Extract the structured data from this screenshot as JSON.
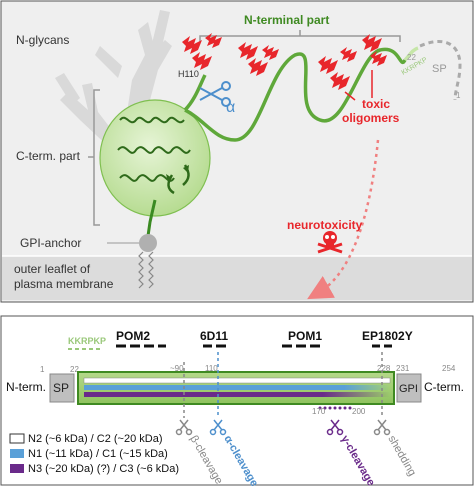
{
  "top_panel": {
    "n_terminal_part": "N-terminal part",
    "n_glycans": "N-glycans",
    "c_term_part": "C-term. part",
    "gpi_anchor": "GPI-anchor",
    "outer_leaflet_line1": "outer leaflet of",
    "outer_leaflet_line2": "plasma membrane",
    "h110": "H110",
    "alpha": "α",
    "sp": "SP",
    "kkrpkp_small": "KKRPKP",
    "res22": "22",
    "res1": "1",
    "toxic_line1": "toxic",
    "toxic_line2": "oligomers",
    "neurotoxicity": "neurotoxicity"
  },
  "bottom_panel": {
    "n_term": "N-term.",
    "c_term": "C-term.",
    "sp": "SP",
    "gpi": "GPI",
    "kkrpkp": "KKRPKP",
    "antibodies": [
      "POM2",
      "6D11",
      "POM1",
      "EP1802Y"
    ],
    "residues": [
      "1",
      "22",
      "~90",
      "110",
      "228",
      "231",
      "254",
      "170",
      "200"
    ],
    "cleavages": [
      "β-cleavage",
      "α-cleavage",
      "γ-cleavage",
      "shedding"
    ],
    "legend": [
      {
        "label": "N2 (~6 kDa) / C2 (~20 kDa)",
        "color": "#ffffff"
      },
      {
        "label": "N1 (~11 kDa) / C1 (~15 kDa)",
        "color": "#5aa0d8"
      },
      {
        "label": "N3 (~20 kDa) (?) / C3 (~6 kDa)",
        "color": "#6a2a8a"
      }
    ]
  },
  "colors": {
    "green": "#5fa83a",
    "light_green": "#c6e6a8",
    "red": "#e8262b",
    "blue": "#4d8fcc",
    "purple": "#6a2a8a",
    "gray": "#a0a0a0",
    "membrane": "#e0e0e0"
  }
}
